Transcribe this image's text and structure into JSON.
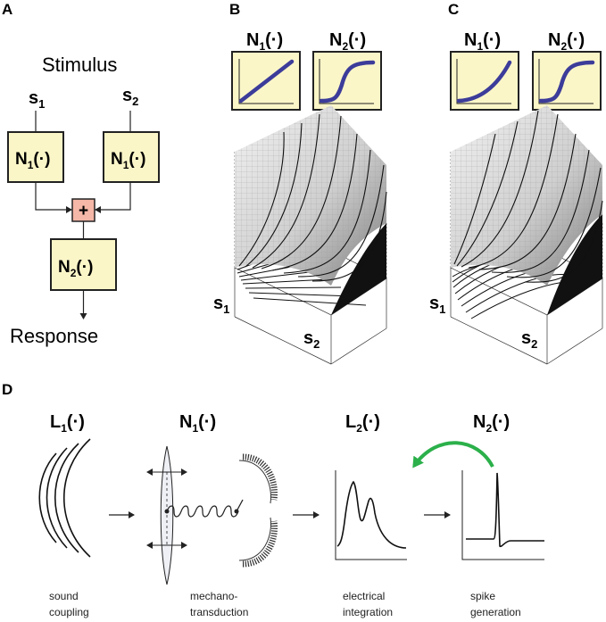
{
  "colors": {
    "box_fill": "#fbf6c8",
    "sum_fill": "#f5b7a7",
    "curve": "#3c3c9a",
    "arrow_green": "#2bb04a"
  },
  "panels": {
    "a": {
      "letter": "A",
      "stimulus": "Stimulus",
      "response": "Response",
      "input_1": {
        "main": "s",
        "sub": "1"
      },
      "input_2": {
        "main": "s",
        "sub": "2"
      },
      "box_1": {
        "main": "N",
        "sub": "1",
        "arg": "(·)"
      },
      "box_2": {
        "main": "N",
        "sub": "1",
        "arg": "(·)"
      },
      "sum_symbol": "+",
      "box_3": {
        "main": "N",
        "sub": "2",
        "arg": "(·)"
      }
    },
    "b": {
      "letter": "B",
      "inset_1": {
        "main": "N",
        "sub": "1",
        "arg": "(·)"
      },
      "inset_2": {
        "main": "N",
        "sub": "2",
        "arg": "(·)"
      },
      "axis_1": {
        "main": "s",
        "sub": "1"
      },
      "axis_2": {
        "main": "s",
        "sub": "2"
      }
    },
    "c": {
      "letter": "C",
      "inset_1": {
        "main": "N",
        "sub": "1",
        "arg": "(·)"
      },
      "inset_2": {
        "main": "N",
        "sub": "2",
        "arg": "(·)"
      },
      "axis_1": {
        "main": "s",
        "sub": "1"
      },
      "axis_2": {
        "main": "s",
        "sub": "2"
      }
    },
    "d": {
      "letter": "D",
      "stages": [
        {
          "main": "L",
          "sub": "1",
          "arg": "(·)",
          "caption_1": "sound",
          "caption_2": "coupling"
        },
        {
          "main": "N",
          "sub": "1",
          "arg": "(·)",
          "caption_1": "mechano-",
          "caption_2": "transduction"
        },
        {
          "main": "L",
          "sub": "2",
          "arg": "(·)",
          "caption_1": "electrical",
          "caption_2": "integration"
        },
        {
          "main": "N",
          "sub": "2",
          "arg": "(·)",
          "caption_1": "spike",
          "caption_2": "generation"
        }
      ]
    }
  }
}
